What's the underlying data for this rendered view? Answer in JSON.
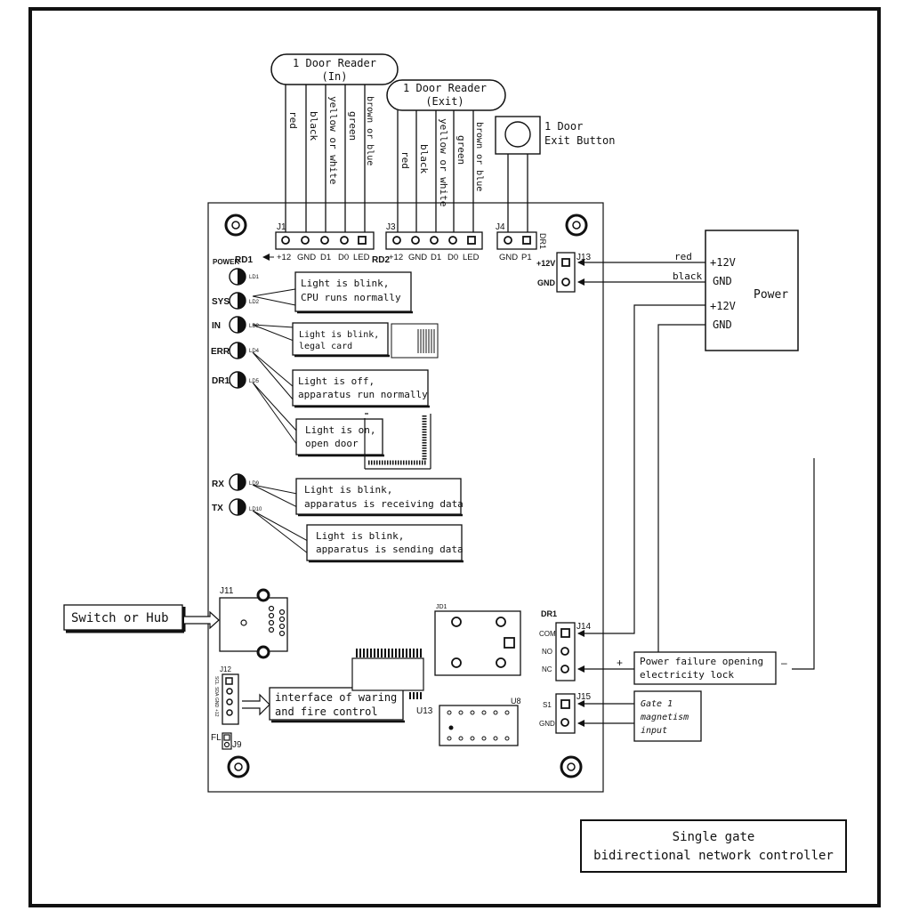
{
  "reader_in": {
    "title": "1 Door Reader",
    "subtitle": "(In)",
    "wires": [
      "red",
      "black",
      "yellow or white",
      "green",
      "brown or blue"
    ]
  },
  "reader_exit": {
    "title": "1 Door Reader",
    "subtitle": "(Exit)",
    "wires": [
      "red",
      "black",
      "yellow or white",
      "green",
      "brown or blue"
    ]
  },
  "exit_button": {
    "line1": "1 Door",
    "line2": "Exit Button"
  },
  "connectors": {
    "j1": "J1",
    "rd1": "RD1",
    "j3": "J3",
    "rd2": "RD2",
    "j4": "J4",
    "dr1_top": "DR1",
    "j13": "J13",
    "j14": "J14",
    "dr1_mid": "DR1",
    "j15": "J15",
    "j11": "J11",
    "j12": "J12",
    "j9": "J9",
    "fl": "FL",
    "u13": "U13",
    "u8": "U8",
    "jd1": "JD1"
  },
  "pins": {
    "j1": [
      "+12",
      "GND",
      "D1",
      "D0",
      "LED"
    ],
    "j3": [
      "+12",
      "GND",
      "D1",
      "D0",
      "LED"
    ],
    "j4": [
      "GND",
      "P1"
    ],
    "j13": [
      "+12V",
      "GND"
    ],
    "j14": [
      "COM",
      "NO",
      "NC"
    ],
    "j15": [
      "S1",
      "GND"
    ],
    "j12": [
      "SCL",
      "SDA",
      "GND",
      "+12"
    ]
  },
  "leds": {
    "power": "POWER",
    "ld1": "LD1",
    "sys": "SYS",
    "ld2": "LD2",
    "in": "IN",
    "ld3": "LD3",
    "err": "ERR",
    "ld4": "LD4",
    "dr1": "DR1",
    "ld5": "LD5",
    "rx": "RX",
    "ld9": "LD9",
    "tx": "TX",
    "ld10": "LD10"
  },
  "callouts": {
    "sys": [
      "Light is blink,",
      "CPU runs normally"
    ],
    "in": [
      "Light is blink,",
      "legal card"
    ],
    "err": [
      "Light is off,",
      "apparatus run normally"
    ],
    "dr1": [
      "Light is on,",
      "open door"
    ],
    "rx": [
      "Light is blink,",
      "apparatus is receiving data"
    ],
    "tx": [
      "Light is blink,",
      "apparatus is sending data"
    ]
  },
  "power": {
    "label": "Power",
    "terminals": [
      "+12V",
      "GND",
      "+12V",
      "GND"
    ],
    "wire_red": "red",
    "wire_black": "black"
  },
  "switch_hub": "Switch or Hub",
  "fire_interface": [
    "interface of waring",
    "and fire control"
  ],
  "lock": {
    "lines": [
      "Power failure opening",
      "electricity lock"
    ],
    "plus": "+",
    "minus": "–"
  },
  "gate_input": [
    "Gate 1",
    "magnetism",
    "input"
  ],
  "footer_title": [
    "Single gate",
    "bidirectional network controller"
  ],
  "colors": {
    "ink": "#111111",
    "paper": "#ffffff"
  }
}
